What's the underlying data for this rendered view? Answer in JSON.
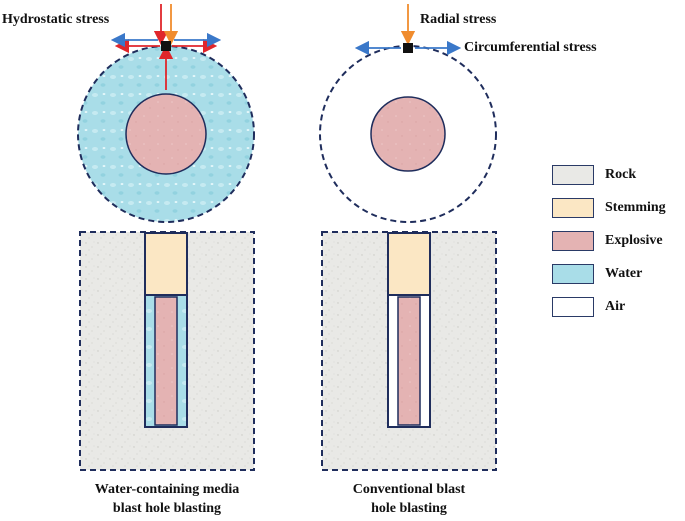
{
  "labels": {
    "hydrostatic": "Hydrostatic stress",
    "radial": "Radial stress",
    "circumferential": "Circumferential stress"
  },
  "captions": {
    "water_line1": "Water-containing media",
    "water_line2": "blast hole blasting",
    "conv_line1": "Conventional blast",
    "conv_line2": "hole blasting"
  },
  "legend": [
    {
      "label": "Rock",
      "color": "#e9e9e6"
    },
    {
      "label": "Stemming",
      "color": "#fbe7c4"
    },
    {
      "label": "Explosive",
      "color": "#e4b3b3"
    },
    {
      "label": "Water",
      "color": "#a9dde8"
    },
    {
      "label": "Air",
      "color": "#ffffff"
    }
  ],
  "colors": {
    "outline": "#1f2d5c",
    "rock": "#e9e9e6",
    "stemming": "#fbe7c4",
    "explosive": "#e4b3b3",
    "water": "#a9dde8",
    "arrow_red": "#e0262b",
    "arrow_orange": "#f08c2e",
    "arrow_blue": "#3a78c9"
  }
}
